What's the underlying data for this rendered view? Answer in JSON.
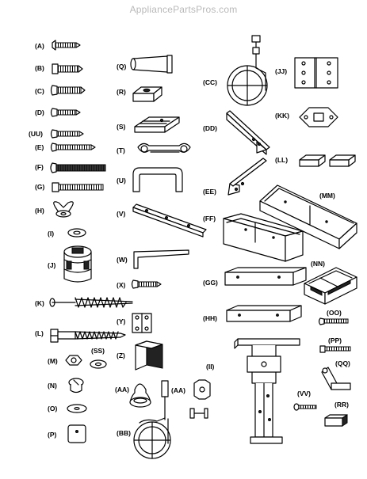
{
  "watermark": "AppliancePartsPros.com",
  "labels": [
    "(A)",
    "(B)",
    "(C)",
    "(D)",
    "(UU)",
    "(E)",
    "(F)",
    "(G)",
    "(H)",
    "(I)",
    "(J)",
    "(K)",
    "(L)",
    "(M)",
    "(SS)",
    "(N)",
    "(O)",
    "(P)",
    "(Q)",
    "(R)",
    "(S)",
    "(T)",
    "(U)",
    "(V)",
    "(W)",
    "(X)",
    "(Y)",
    "(Z)",
    "(AA)",
    "(AA)",
    "(BB)",
    "(CC)",
    "(DD)",
    "(EE)",
    "(FF)",
    "(GG)",
    "(HH)",
    "(II)",
    "(JJ)",
    "(KK)",
    "(LL)",
    "(MM)",
    "(NN)",
    "(OO)",
    "(PP)",
    "(QQ)",
    "(VV)",
    "(RR)"
  ]
}
